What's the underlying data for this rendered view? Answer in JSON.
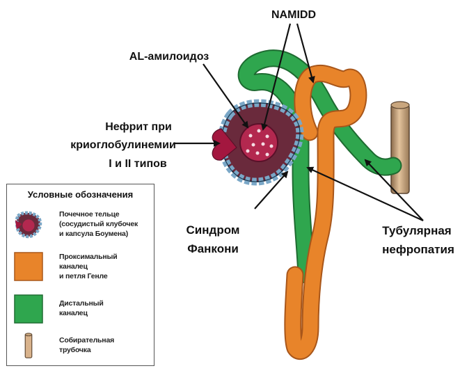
{
  "labels": {
    "namidd": "NAMIDD",
    "al_amyloidosis": "AL-амилоидоз",
    "nephritis": [
      "Нефрит при",
      "криоглобулинемии",
      "I и II типов"
    ],
    "fanconi": [
      "Синдром",
      "Фанкони"
    ],
    "tubular": [
      "Тубулярная",
      "нефропатия"
    ]
  },
  "legend": {
    "title": "Условные обозначения",
    "items": [
      {
        "icon": "renal-corpuscle-icon",
        "lines": [
          "Почечное тельце",
          "(сосудистый клубочек",
          "и капсула Боумена)"
        ]
      },
      {
        "icon": "proximal-tubule-swatch",
        "color": "#e8842a",
        "lines": [
          "Проксимальный",
          "каналец",
          "и петля Генле"
        ]
      },
      {
        "icon": "distal-tubule-swatch",
        "color": "#2fa64e",
        "lines": [
          "Дистальный",
          "каналец"
        ]
      },
      {
        "icon": "collecting-duct-icon",
        "lines": [
          "Собирательная",
          "трубочка"
        ]
      }
    ]
  },
  "colors": {
    "proximal": "#e8842a",
    "distal": "#2fa64e",
    "collecting": "#d9b38c",
    "capsule": "#7aa7c7",
    "glomerulus": "#9c1f4a"
  }
}
